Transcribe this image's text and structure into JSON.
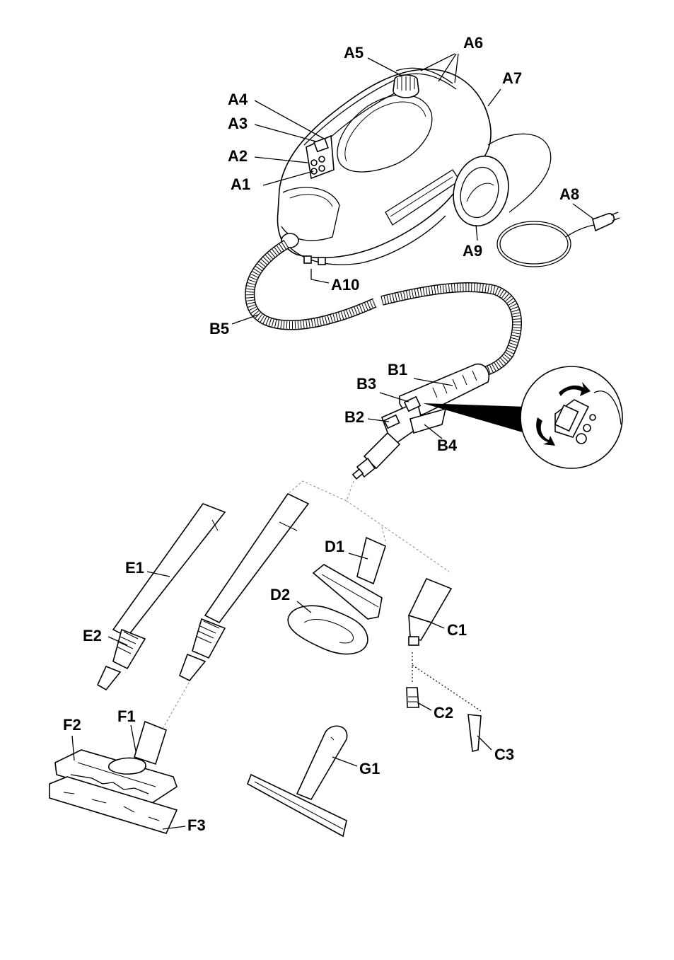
{
  "labels": {
    "A1": "A1",
    "A2": "A2",
    "A3": "A3",
    "A4": "A4",
    "A5": "A5",
    "A6": "A6",
    "A7": "A7",
    "A8": "A8",
    "A9": "A9",
    "A10": "A10",
    "B1": "B1",
    "B2": "B2",
    "B3": "B3",
    "B4": "B4",
    "B5": "B5",
    "C1": "C1",
    "C2": "C2",
    "C3": "C3",
    "D1": "D1",
    "D2": "D2",
    "E1": "E1",
    "E2": "E2",
    "F1": "F1",
    "F2": "F2",
    "F3": "F3",
    "G1": "G1"
  }
}
